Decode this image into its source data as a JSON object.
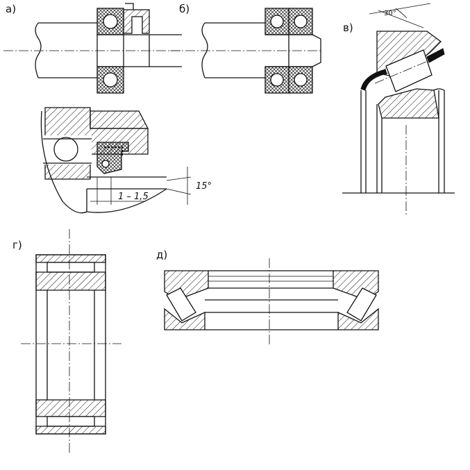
{
  "panels": {
    "a": {
      "label": "а)"
    },
    "b": {
      "label": "б)"
    },
    "v": {
      "label": "в)",
      "angle_label": "30°"
    },
    "g": {
      "label": "г)"
    },
    "d": {
      "label": "д)"
    }
  },
  "detail": {
    "dimension_label": "1 – 1,5",
    "angle_label": "15°"
  }
}
